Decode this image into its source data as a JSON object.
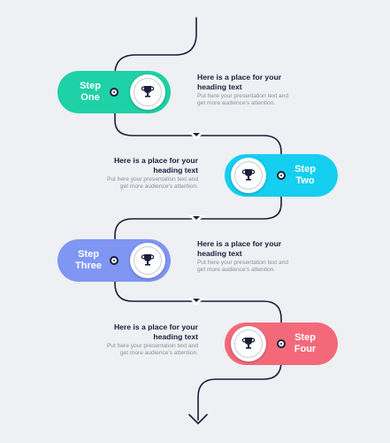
{
  "colors": {
    "line": "#1a1f3c",
    "step1": "#1fd1a6",
    "step2": "#15cff0",
    "step3": "#7f96f3",
    "step4": "#f4697a"
  },
  "icon": "trophy-icon",
  "steps": [
    {
      "label_line1": "Step",
      "label_line2": "One",
      "heading": "Here is a place for your heading text",
      "body": "Put here your presentation text and get more audience's attention."
    },
    {
      "label_line1": "Step",
      "label_line2": "Two",
      "heading": "Here is a place for your heading text",
      "body": "Put here your presentation text and get more audience's attention."
    },
    {
      "label_line1": "Step",
      "label_line2": "Three",
      "heading": "Here is a place for your heading text",
      "body": "Put here your presentation text and get more audience's attention."
    },
    {
      "label_line1": "Step",
      "label_line2": "Four",
      "heading": "Here is a place for your heading text",
      "body": "Put here your presentation text and get more audience's attention."
    }
  ]
}
